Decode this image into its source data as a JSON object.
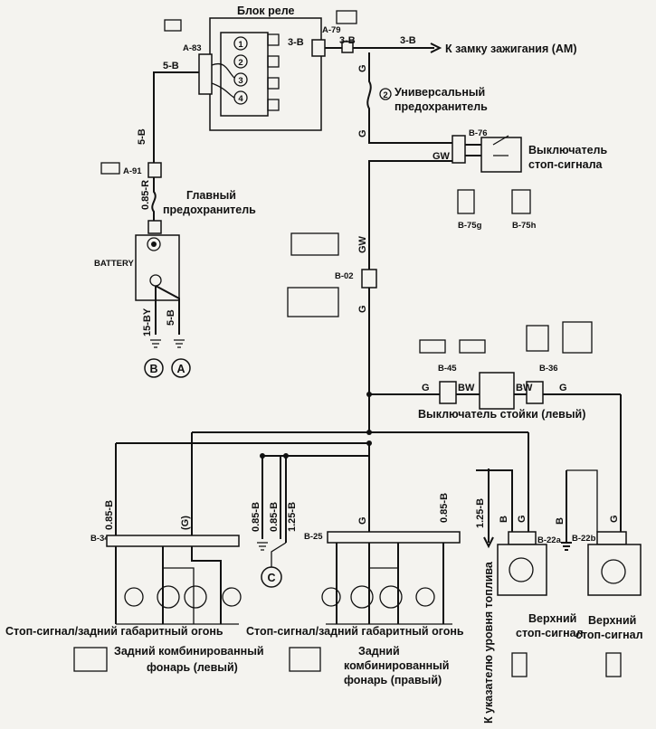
{
  "title": "Блок реле",
  "labels": {
    "ignition": "К замку зажигания (AM)",
    "universal_fuse": "Универсальный",
    "universal_fuse2": "предохранитель",
    "fuse_number": "2",
    "stop_switch": "Выключатель",
    "stop_switch2": "стоп-сигнала",
    "main_fuse": "Главный",
    "main_fuse2": "предохранитель",
    "battery": "BATTERY",
    "pillar_switch": "Выключатель стойки (левый)",
    "left_lamp": "Стоп-сигнал/задний габаритный огонь",
    "right_lamp": "Стоп-сигнал/задний габаритный огонь",
    "left_combo": "Задний комбинированный",
    "left_combo2": "фонарь (левый)",
    "right_combo": "Задний",
    "right_combo2": "комбинированный",
    "right_combo3": "фонарь (правый)",
    "fuel_gauge": "К указателю уровня топлива",
    "upper_stop1": "Верхний",
    "upper_stop1b": "стоп-сигнал",
    "upper_stop2": "Верхний",
    "upper_stop2b": "стоп-сигнал"
  },
  "connectors": {
    "a83": "A-83",
    "a79": "A-79",
    "a91": "A-91",
    "b76": "B-76",
    "b75g": "B-75g",
    "b75h": "B-75h",
    "b02": "B-02",
    "b45": "B-45",
    "b36": "B-36",
    "b34": "B-34",
    "b25": "B-25",
    "b22a": "B-22a",
    "b22b": "B-22b"
  },
  "wires": {
    "w5b_a": "5-B",
    "w3b_a": "3-B",
    "w3b_b": "3-B",
    "w3b_c": "3-B",
    "w5b_b": "5-B",
    "w085r": "0.85-R",
    "g1": "G",
    "g2": "G",
    "gw1": "GW",
    "gw2": "GW",
    "g3": "G",
    "w15by": "15-BY",
    "w5b_c": "5-B",
    "g_left": "G",
    "bw_left": "BW",
    "bw_right": "BW",
    "g_right": "G",
    "w085b_l": "0.85-B",
    "g_paren": "(G)",
    "w085b_c1": "0.85-B",
    "w085b_c2": "0.85-B",
    "w125b_c": "1.25-B",
    "g_r": "G",
    "w085b_r": "0.85-B",
    "w125b_f": "1.25-B",
    "b_22a": "B",
    "g_22a": "G",
    "b_22b": "B",
    "g_22b": "G"
  },
  "grounds": {
    "b": "B",
    "a": "A",
    "c": "C"
  },
  "relays": [
    "1",
    "2",
    "3",
    "4"
  ]
}
